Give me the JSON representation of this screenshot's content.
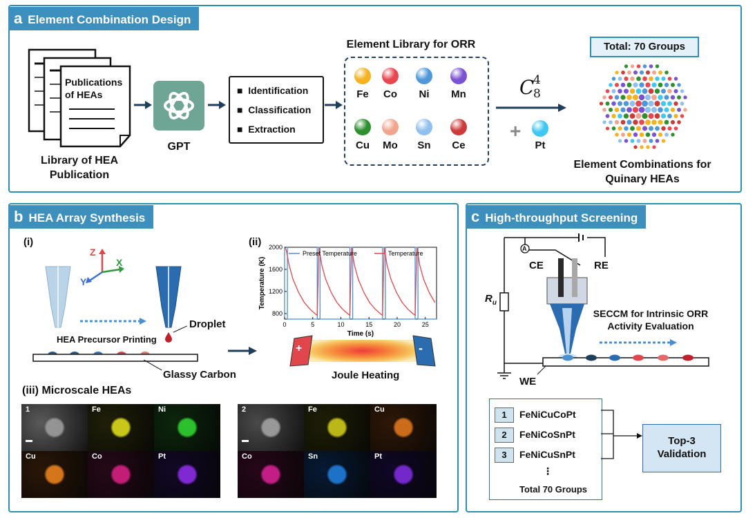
{
  "panel_a": {
    "letter": "a",
    "title": "Element Combination Design",
    "publications_label": "Publications of HEAs",
    "library_label": "Library of HEA Publication",
    "gpt_label": "GPT",
    "steps": [
      "Identification",
      "Classification",
      "Extraction"
    ],
    "element_library_title": "Element Library for ORR",
    "elements": [
      {
        "symbol": "Fe",
        "color": "#f4b21f"
      },
      {
        "symbol": "Co",
        "color": "#e8474f"
      },
      {
        "symbol": "Ni",
        "color": "#4f97d9"
      },
      {
        "symbol": "Mn",
        "color": "#7b52d3"
      },
      {
        "symbol": "Cu",
        "color": "#2e8f2e"
      },
      {
        "symbol": "Mo",
        "color": "#f2a58d"
      },
      {
        "symbol": "Sn",
        "color": "#8fc0ee"
      },
      {
        "symbol": "Ce",
        "color": "#cc3b3b"
      }
    ],
    "combination_base": "C",
    "combination_sub": "8",
    "combination_sup": "4",
    "plus_symbol": "+",
    "extra_element": {
      "symbol": "Pt",
      "color": "#3ec7f0"
    },
    "total_label": "Total: 70 Groups",
    "combinations_label": "Element Combinations for Quinary HEAs"
  },
  "panel_b": {
    "letter": "b",
    "title": "HEA Array Synthesis",
    "sub_i": "(i)",
    "sub_ii": "(ii)",
    "axis_z": "Z",
    "axis_x": "X",
    "axis_y": "Y",
    "printing_label": "HEA Precursor Printing",
    "droplet_label": "Droplet",
    "substrate_label": "Glassy Carbon",
    "joule_label": "Joule Heating",
    "plus_sign": "+",
    "minus_sign": "-",
    "sub_iii": "(iii) Microscale HEAs",
    "maps_1": [
      {
        "label": "1",
        "color": "#9a9a9a",
        "bg": "#5a5a5a"
      },
      {
        "label": "Fe",
        "color": "#d8d61c",
        "bg": "#1f1f08"
      },
      {
        "label": "Ni",
        "color": "#2fcf2f",
        "bg": "#0c260c"
      },
      {
        "label": "Cu",
        "color": "#e47e1e",
        "bg": "#2a1608"
      },
      {
        "label": "Co",
        "color": "#d0207f",
        "bg": "#260818"
      },
      {
        "label": "Pt",
        "color": "#8a2be2",
        "bg": "#120826"
      }
    ],
    "maps_2": [
      {
        "label": "2",
        "color": "#a0a0a0",
        "bg": "#4a4a4a"
      },
      {
        "label": "Fe",
        "color": "#c9c51a",
        "bg": "#1e1e06"
      },
      {
        "label": "Cu",
        "color": "#d8741c",
        "bg": "#2e1707"
      },
      {
        "label": "Co",
        "color": "#d02090",
        "bg": "#270719"
      },
      {
        "label": "Sn",
        "color": "#1f7ad6",
        "bg": "#061a34"
      },
      {
        "label": "Pt",
        "color": "#7c2bd8",
        "bg": "#100726"
      }
    ]
  },
  "chart_data": {
    "type": "line",
    "xlabel": "Time (s)",
    "ylabel": "Temperature (K)",
    "xlim": [
      0,
      27
    ],
    "ylim": [
      700,
      2000
    ],
    "xticks": [
      "0",
      "5",
      "10",
      "15",
      "20",
      "25"
    ],
    "yticks": [
      "800",
      "1200",
      "1600",
      "2000"
    ],
    "legend_position": "top",
    "series": [
      {
        "name": "Preset Temperature",
        "color": "#4a90d9",
        "x": [
          0,
          0,
          0.5,
          0.5,
          5.8,
          5.8,
          6.3,
          6.3,
          11.6,
          11.6,
          12.1,
          12.1,
          17.4,
          17.4,
          17.9,
          17.9,
          23.2,
          23.2,
          23.7,
          23.7,
          27
        ],
        "y": [
          700,
          2000,
          2000,
          700,
          700,
          2000,
          2000,
          700,
          700,
          2000,
          2000,
          700,
          700,
          2000,
          2000,
          700,
          700,
          2000,
          2000,
          700,
          700
        ]
      },
      {
        "name": "Temperature",
        "color": "#e0474c",
        "x": [
          0,
          0.3,
          0.8,
          1.5,
          2.5,
          3.5,
          4.5,
          5.5,
          5.8,
          6.1,
          6.6,
          7.3,
          8.3,
          9.3,
          10.3,
          11.3,
          11.6,
          11.9,
          12.4,
          13.1,
          14.1,
          15.1,
          16.1,
          17.1,
          17.4,
          17.7,
          18.2,
          18.9,
          19.9,
          20.9,
          21.9,
          22.9,
          23.2,
          23.5,
          24.0,
          24.7,
          25.7,
          26.7
        ],
        "y": [
          2000,
          1950,
          1680,
          1420,
          1180,
          1000,
          880,
          790,
          770,
          2000,
          1680,
          1420,
          1180,
          1000,
          880,
          790,
          770,
          2000,
          1680,
          1420,
          1180,
          1000,
          880,
          790,
          770,
          2000,
          1680,
          1420,
          1180,
          1000,
          880,
          790,
          770,
          2000,
          1680,
          1420,
          1180,
          1000
        ]
      }
    ]
  },
  "panel_c": {
    "letter": "c",
    "title": "High-throughput Screening",
    "ammeter": "A",
    "ce_label": "CE",
    "re_label": "RE",
    "ru_label": "R",
    "ru_sub": "u",
    "secm_label": "SECCM for Intrinsic ORR Activity Evaluation",
    "we_label": "WE",
    "list": [
      {
        "num": "1",
        "name": "FeNiCuCoPt"
      },
      {
        "num": "2",
        "name": "FeNiCoSnPt"
      },
      {
        "num": "3",
        "name": "FeNiCuSnPt"
      }
    ],
    "ellipsis": "⋮",
    "list_total": "Total 70 Groups",
    "validation_label": "Top-3 Validation"
  }
}
